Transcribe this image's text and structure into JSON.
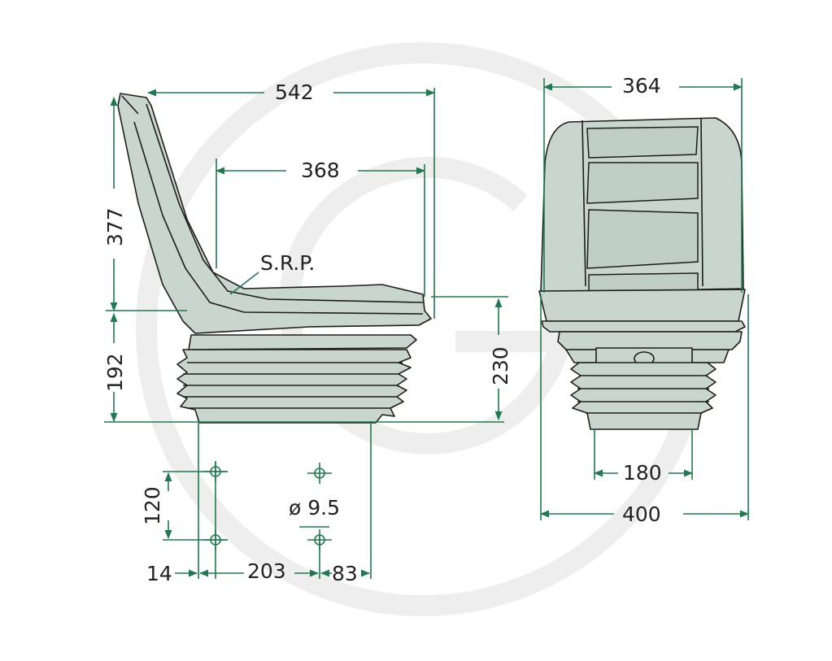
{
  "labels": {
    "overall_depth": "542",
    "seat_depth": "368",
    "backrest_height": "377",
    "suspension_height": "192",
    "total_height": "230",
    "srp": "S.R.P.",
    "hole_spacing_vertical": "120",
    "hole_diameter": "ø 9.5",
    "offset_left": "14",
    "hole_spacing_horizontal": "203",
    "offset_right": "83",
    "backrest_width": "364",
    "base_width": "180",
    "overall_width": "400"
  },
  "colors": {
    "dimension_lines": "#1f7a4f",
    "seat_fill": "#c9d6cf",
    "outline": "#1d1d1d",
    "watermark": "#eeeeee"
  }
}
